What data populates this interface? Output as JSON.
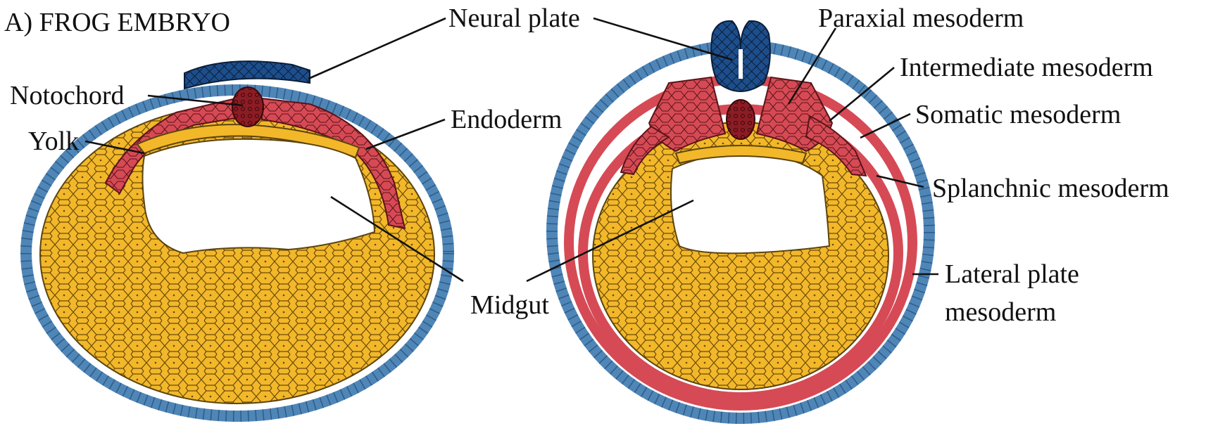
{
  "figure": {
    "panel_label": "A) FROG EMBRYO",
    "labels": {
      "neural_plate": "Neural plate",
      "notochord": "Notochord",
      "yolk": "Yolk",
      "endoderm": "Endoderm",
      "midgut": "Midgut",
      "paraxial_mesoderm": "Paraxial mesoderm",
      "intermediate_mesoderm": "Intermediate mesoderm",
      "somatic_mesoderm": "Somatic mesoderm",
      "splanchnic_mesoderm": "Splanchnic mesoderm",
      "lateral_plate_line1": "Lateral plate",
      "lateral_plate_line2": "mesoderm"
    },
    "colors": {
      "ectoderm": "#4f86b8",
      "neural_tissue": "#1d4e8c",
      "mesoderm": "#d64a55",
      "notochord": "#8c1c24",
      "yolk_endoderm": "#f2b82a"
    }
  }
}
